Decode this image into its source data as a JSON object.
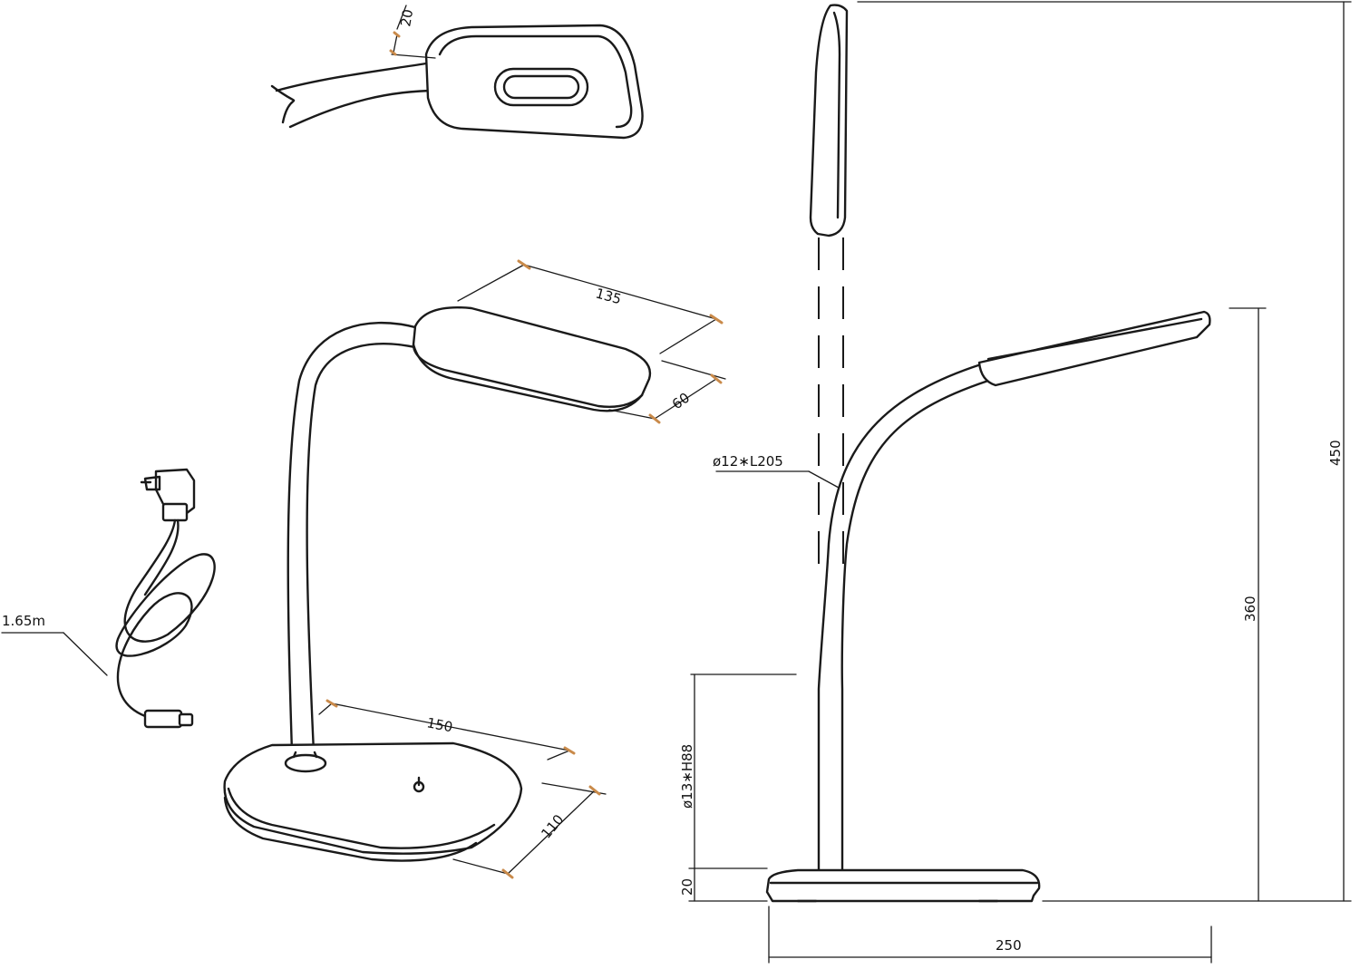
{
  "dimensions": {
    "head_thickness": "20",
    "head_length": "135",
    "head_width": "60",
    "base_length": "150",
    "base_width": "110",
    "cable_length": "1.65m",
    "gooseneck": "ø12∗L205",
    "column": "ø13∗H88",
    "base_height": "20",
    "head_height": "360",
    "total_height": "450",
    "depth": "250"
  },
  "colors": {
    "line": "#1a1a1a",
    "dimension_tick": "#c98a4a",
    "background": "#ffffff"
  },
  "icons": {
    "touch_switch": "power-icon"
  }
}
